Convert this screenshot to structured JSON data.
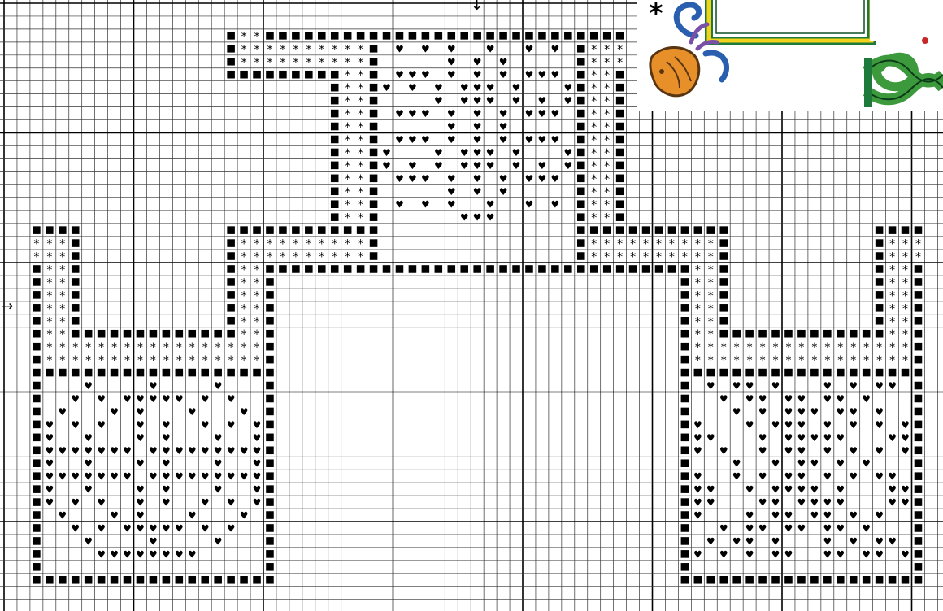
{
  "chart": {
    "grid": {
      "cols": 72,
      "rows": 47,
      "major_every": 10
    },
    "symbols": {
      "filled_square": {
        "glyph": "■",
        "color": "#000000"
      },
      "asterisk": {
        "glyph": "*",
        "color": "#000000"
      },
      "heart": {
        "glyph": "♥",
        "color": "#000000"
      }
    },
    "center_markers": {
      "top": {
        "glyph": "↓"
      },
      "left": {
        "glyph": "→"
      }
    }
  },
  "preview": {
    "colors": {
      "frame_yellow": "#f2d21b",
      "frame_green": "#1e7a3a",
      "frame_inner_line": "#0f4f26",
      "knot_green": "#3c9a3c",
      "knot_outline": "#0b3c17",
      "leaf_orange": "#e7902a",
      "leaf_outline": "#5a3511",
      "swirl_blue": "#2a5fb0",
      "swirl_purple": "#7a4fa8",
      "accent_red": "#c62828"
    },
    "legend_symbol": "*"
  }
}
